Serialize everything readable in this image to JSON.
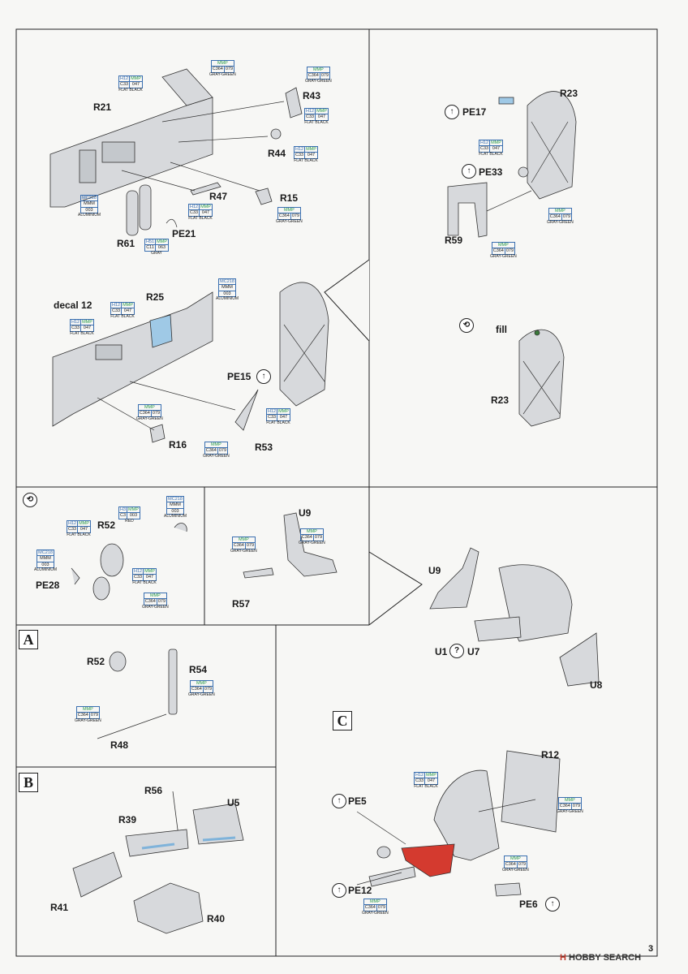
{
  "sections": {
    "A": "A",
    "B": "B",
    "C": "C"
  },
  "parts": {
    "R21": "R21",
    "R43": "R43",
    "R44": "R44",
    "R47": "R47",
    "R15": "R15",
    "R61": "R61",
    "PE21": "PE21",
    "R23a": "R23",
    "PE17": "PE17",
    "PE33": "PE33",
    "R59": "R59",
    "decal12": "decal 12",
    "R25": "R25",
    "PE15": "PE15",
    "R16": "R16",
    "R53": "R53",
    "fill": "fill",
    "R23b": "R23",
    "R52a": "R52",
    "PE28": "PE28",
    "U9a": "U9",
    "R57": "R57",
    "U9b": "U9",
    "U1": "U1",
    "U7": "U7",
    "U8": "U8",
    "R52b": "R52",
    "R54": "R54",
    "R48": "R48",
    "R56": "R56",
    "U5": "U5",
    "R39": "R39",
    "R41": "R41",
    "R40": "R40",
    "R12": "R12",
    "PE5": "PE5",
    "PE12": "PE12",
    "PE6": "PE6"
  },
  "paints": {
    "h12": {
      "a": "H12",
      "b": "MMP",
      "c": "C33",
      "d": "047",
      "name": "FLAT BLACK"
    },
    "c364": {
      "a": "MMP",
      "b": "",
      "c": "C364",
      "d": "079",
      "name": "GRAY-GREEN"
    },
    "mc218": {
      "a": "MC218",
      "b": "",
      "c": "MMM",
      "d": "003",
      "name": "ALUMINIUM"
    },
    "h51": {
      "a": "H51",
      "b": "MMP",
      "c": "C11",
      "d": "063",
      "name": "GRAY"
    },
    "h3": {
      "a": "H3",
      "b": "MMP",
      "c": "C3",
      "d": "003",
      "name": "RED"
    }
  },
  "page_number": "3",
  "watermark": {
    "prefix": "H",
    "text": "HOBBY SEARCH"
  }
}
